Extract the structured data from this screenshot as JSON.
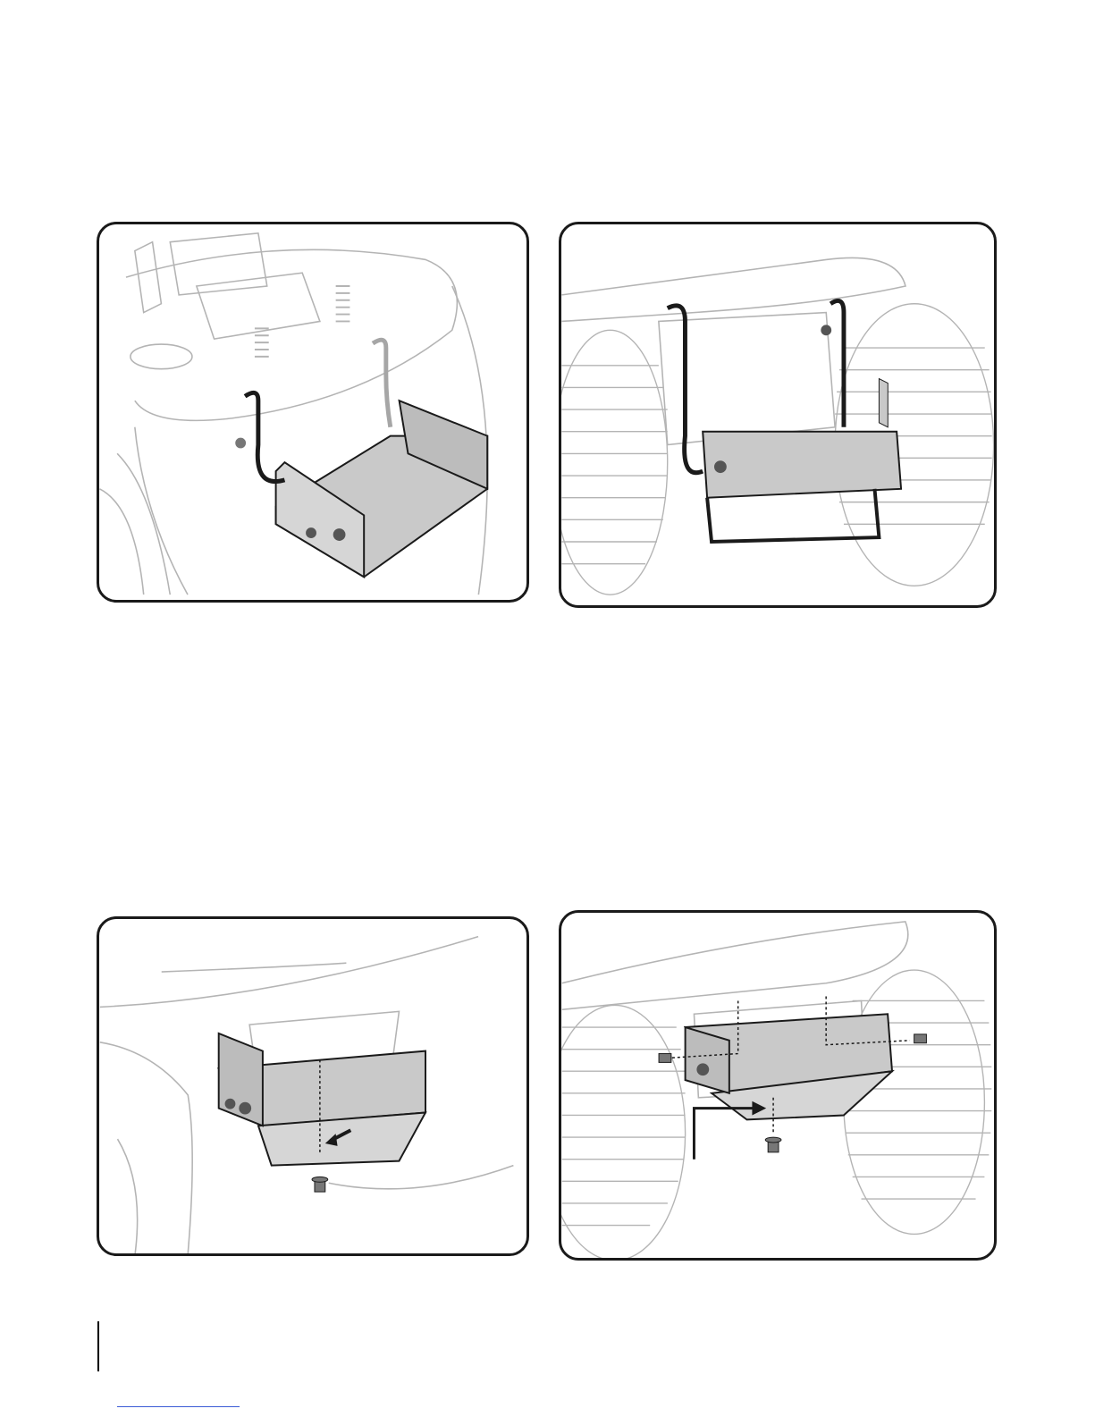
{
  "colors": {
    "line_light": "#b4b4b4",
    "line_dark": "#1a1a1a",
    "sheet_metal": "#c9c9c9",
    "sheet_metal_dark": "#a8a8a8",
    "arrow_dark": "#1a1a1a",
    "arrow_light": "#a6a6a6",
    "link_underline": "#3b5bd6"
  },
  "figures": [
    {
      "id": "fig1",
      "name": "install-brackets-hooking-view",
      "icons": [
        "hook-arrow-icon",
        "hook-arrow-icon"
      ]
    },
    {
      "id": "fig2",
      "name": "install-brackets-rear-view",
      "icons": [
        "hook-arrow-icon",
        "hook-arrow-icon"
      ]
    },
    {
      "id": "fig3",
      "name": "secure-pin-underside-view",
      "icons": [
        "push-arrow-icon",
        "pin-icon"
      ]
    },
    {
      "id": "fig4",
      "name": "secure-pin-rear-view",
      "icons": [
        "push-arrow-icon",
        "pin-icon",
        "bolt-icon"
      ]
    }
  ]
}
